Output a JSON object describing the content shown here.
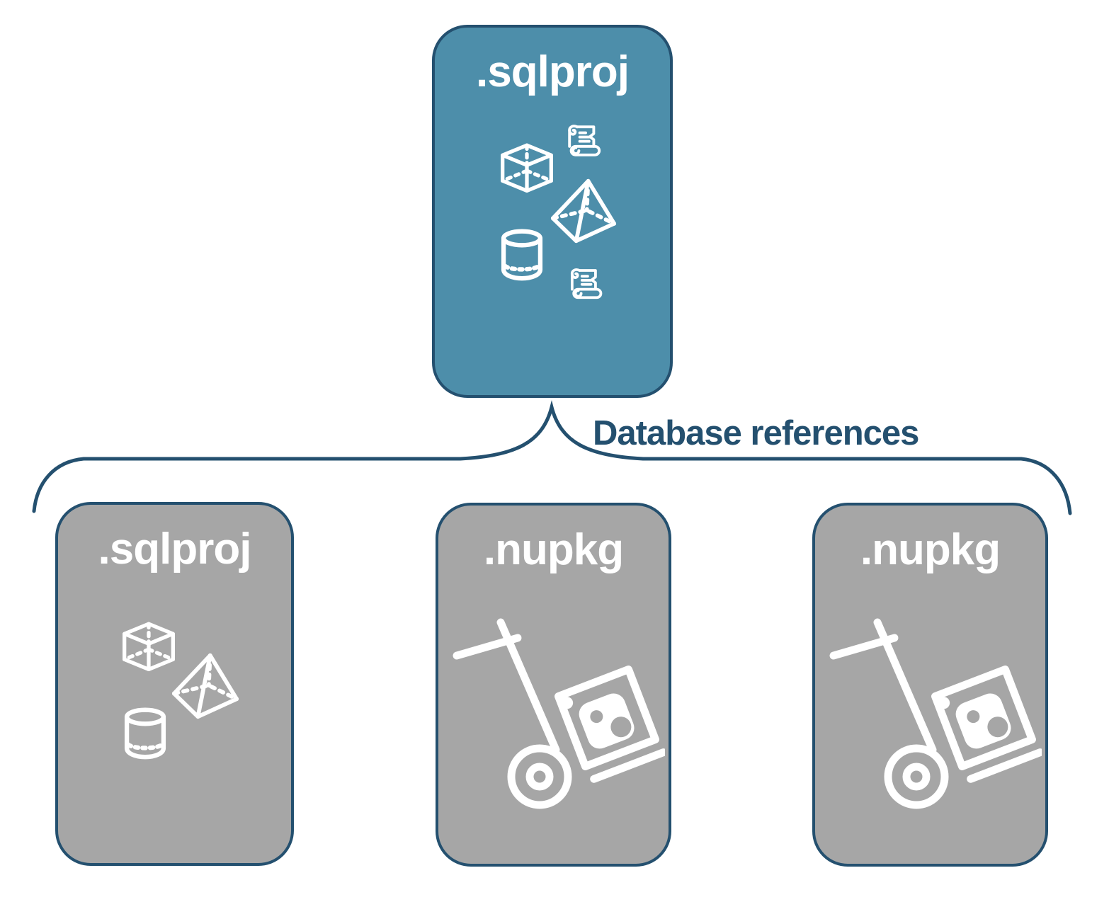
{
  "diagram": {
    "root": {
      "label": ".sqlproj",
      "fill": "#4D8EAA",
      "icons": [
        "cube-icon",
        "scroll-icon",
        "pyramid-icon",
        "cylinder-icon",
        "scroll-icon"
      ]
    },
    "connector": {
      "label": "Database references",
      "color": "#24506F"
    },
    "children": [
      {
        "label": ".sqlproj",
        "fill": "#A6A6A6",
        "icons": [
          "cube-icon",
          "pyramid-icon",
          "cylinder-icon"
        ]
      },
      {
        "label": ".nupkg",
        "fill": "#A6A6A6",
        "icons": [
          "nuget-handtruck-icon"
        ]
      },
      {
        "label": ".nupkg",
        "fill": "#A6A6A6",
        "icons": [
          "nuget-handtruck-icon"
        ]
      }
    ],
    "colors": {
      "outline": "#24506F",
      "icon_stroke": "#FFFFFF",
      "primary_fill": "#4D8EAA",
      "secondary_fill": "#A6A6A6",
      "title_text": "#FFFFFF",
      "background": "#FFFFFF"
    }
  }
}
